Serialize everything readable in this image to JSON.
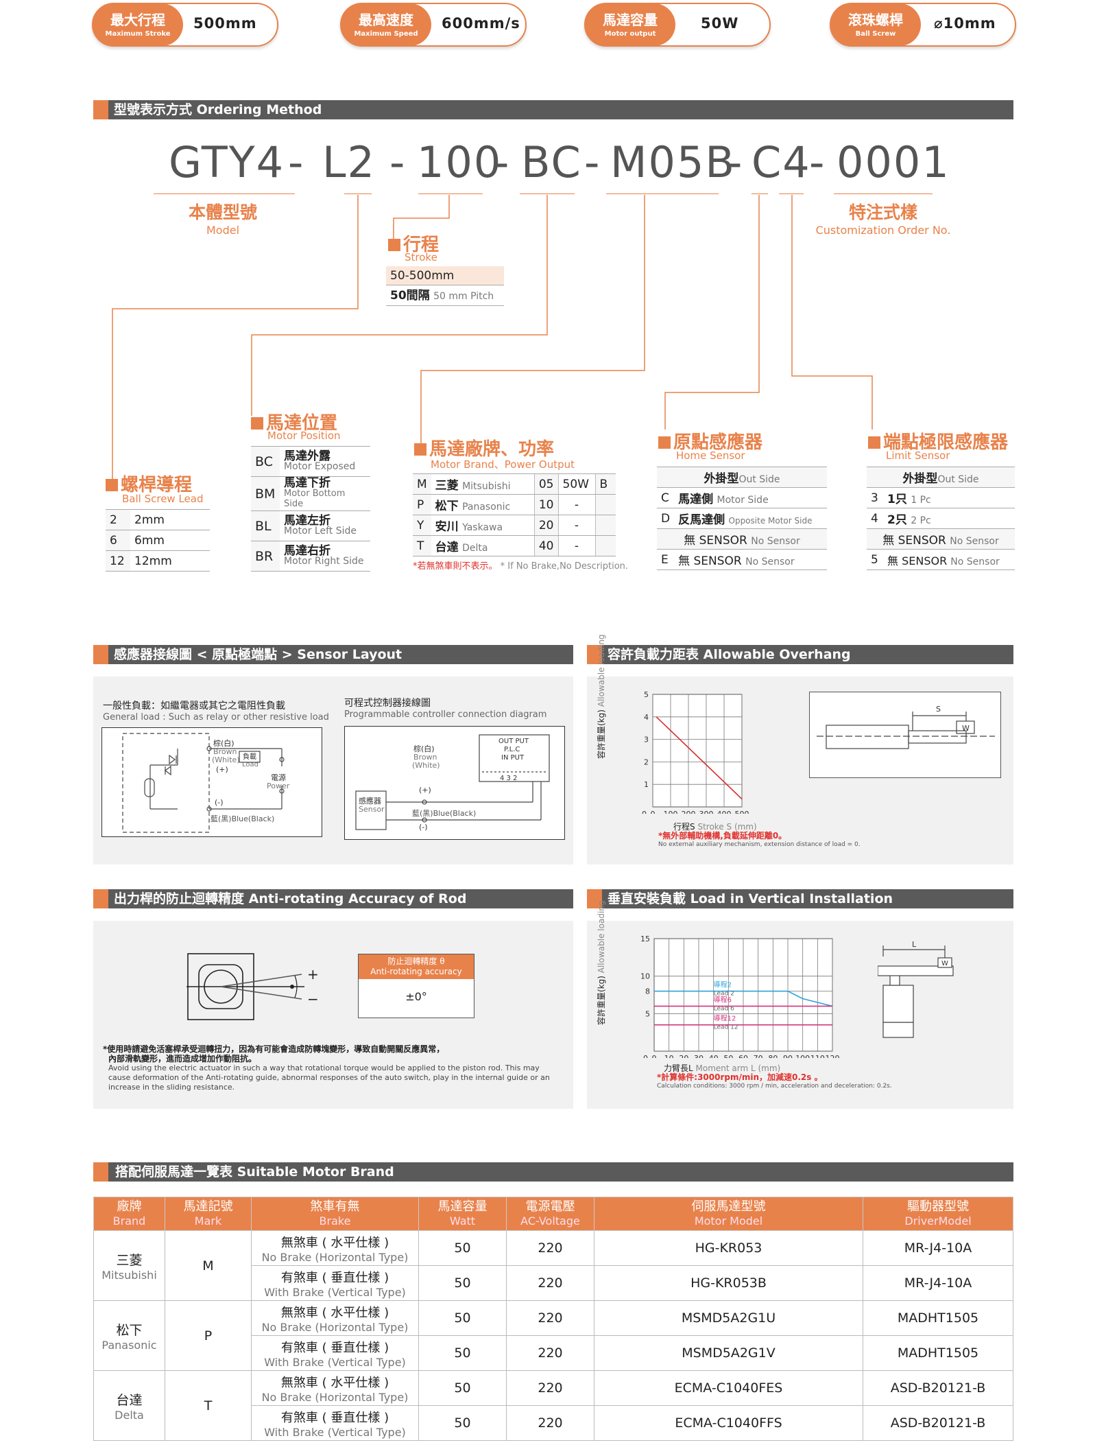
{
  "specs": [
    {
      "zh": "最大行程",
      "en": "Maximum Stroke",
      "value": "500mm"
    },
    {
      "zh": "最高速度",
      "en": "Maximum Speed",
      "value": "600mm/s"
    },
    {
      "zh": "馬達容量",
      "en": "Motor output",
      "value": "50W"
    },
    {
      "zh": "滾珠螺桿",
      "en": "Ball Screw",
      "value": "⌀10mm"
    }
  ],
  "ordering": {
    "title": "型號表示方式 Ordering Method",
    "code": [
      "GTY4",
      "-",
      "L2",
      "-",
      "100",
      "-",
      "BC",
      "-",
      "M05B",
      "-",
      "C4",
      "-",
      "0001"
    ],
    "model_zh": "本體型號",
    "model_en": "Model",
    "custom_zh": "特注式樣",
    "custom_en": "Customization Order No.",
    "stroke": {
      "zh": "行程",
      "en": "Stroke",
      "row1": "50-500mm",
      "row2_zh": "50間隔",
      "row2_en": "50 mm Pitch"
    },
    "lead": {
      "zh": "螺桿導程",
      "en": "Ball Screw Lead",
      "rows": [
        [
          "2",
          "2mm"
        ],
        [
          "6",
          "6mm"
        ],
        [
          "12",
          "12mm"
        ]
      ]
    },
    "position": {
      "zh": "馬達位置",
      "en": "Motor Position",
      "rows": [
        {
          "code": "BC",
          "zh": "馬達外露",
          "en": "Motor Exposed"
        },
        {
          "code": "BM",
          "zh": "馬達下折",
          "en": "Motor Bottom Side"
        },
        {
          "code": "BL",
          "zh": "馬達左折",
          "en": "Motor Left Side"
        },
        {
          "code": "BR",
          "zh": "馬達右折",
          "en": "Motor Right Side"
        }
      ]
    },
    "brand": {
      "zh": "馬達廠牌、功率",
      "en": "Motor Brand、Power Output",
      "rows": [
        {
          "code": "M",
          "zh": "三菱",
          "en": "Mitsubishi",
          "w": "05",
          "p": "50W",
          "b": "B"
        },
        {
          "code": "P",
          "zh": "松下",
          "en": "Panasonic",
          "w": "10",
          "p": "-",
          "b": ""
        },
        {
          "code": "Y",
          "zh": "安川",
          "en": "Yaskawa",
          "w": "20",
          "p": "-",
          "b": ""
        },
        {
          "code": "T",
          "zh": "台達",
          "en": "Delta",
          "w": "40",
          "p": "-",
          "b": ""
        }
      ],
      "note_zh": "*若無煞車則不表示。",
      "note_en": "* If No Brake,No Description."
    },
    "home": {
      "zh": "原點感應器",
      "en": "Home Sensor",
      "head_zh": "外掛型",
      "head_en": "Out Side",
      "rows": [
        {
          "code": "C",
          "zh": "馬達側",
          "en": "Motor Side"
        },
        {
          "code": "D",
          "zh": "反馬達側",
          "en": "Opposite Motor Side"
        },
        {
          "code": "",
          "zh": "無 SENSOR",
          "en": "No Sensor"
        },
        {
          "code": "E",
          "zh": "無 SENSOR",
          "en": "No Sensor"
        }
      ]
    },
    "limit": {
      "zh": "端點極限感應器",
      "en": "Limit Sensor",
      "head_zh": "外掛型",
      "head_en": "Out Side",
      "rows": [
        {
          "code": "3",
          "zh": "1只",
          "en": "1 Pc"
        },
        {
          "code": "4",
          "zh": "2只",
          "en": "2 Pc"
        },
        {
          "code": "",
          "zh": "無 SENSOR",
          "en": "No Sensor"
        },
        {
          "code": "5",
          "zh": "無 SENSOR",
          "en": "No Sensor"
        }
      ]
    }
  },
  "sensor": {
    "title": "感應器接線圖 < 原點極端點 > Sensor Layout",
    "left_zh": "一般性負載：如繼電器或其它之電阻性負載",
    "left_en": "General load : Such as relay or other resistive load",
    "right_zh": "可程式控制器接線圖",
    "right_en": "Programmable controller connection diagram",
    "brown": "棕(白)",
    "brown_en": "Brown",
    "white": "(White)",
    "load_zh": "負載",
    "load_en": "Load",
    "power_zh": "電源",
    "power_en": "Power",
    "blue": "藍(黑)Blue(Black)",
    "plus": "(+)",
    "minus": "(-)",
    "sensor_zh": "感應器",
    "sensor_en": "Sensor",
    "output": "OUT PUT",
    "plc": "P.L.C",
    "input": "IN PUT",
    "pins": "4 3 2"
  },
  "overhang": {
    "title": "容許負載力距表 Allowable Overhang",
    "ylabel_zh": "容許重量(kg)",
    "ylabel_en": "Allowable loading",
    "xlabel_zh": "行程S",
    "xlabel_en": "Stroke S (mm)",
    "note_zh": "*無外部輔助機構,負載延伸距離0。",
    "note_en": "No external auxiliary mechanism, extension distance of load = 0.",
    "s": "S",
    "w": "W"
  },
  "chart_data": [
    {
      "type": "line",
      "title": "",
      "xlabel": "行程S Stroke S (mm)",
      "ylabel": "容許重量(kg) Allowable loading",
      "xlim": [
        0,
        500
      ],
      "ylim": [
        0,
        5
      ],
      "xticks": [
        0,
        100,
        200,
        300,
        400,
        500
      ],
      "yticks": [
        1,
        2,
        3,
        4,
        5
      ],
      "series": [
        {
          "x": [
            20,
            500
          ],
          "y": [
            4,
            0.35
          ]
        }
      ]
    },
    {
      "type": "line",
      "title": "",
      "xlabel": "力臂長L Moment arm L (mm)",
      "ylabel": "容許重量(kg) Allowable loading",
      "xlim": [
        0,
        120
      ],
      "ylim": [
        0,
        15
      ],
      "xticks": [
        0,
        10,
        20,
        30,
        40,
        50,
        60,
        70,
        80,
        90,
        100,
        110,
        120
      ],
      "yticks": [
        5,
        8,
        10,
        15
      ],
      "series": [
        {
          "name": "導程2 Lead 2",
          "x": [
            0,
            90,
            100,
            120
          ],
          "y": [
            8,
            8,
            7,
            6
          ]
        },
        {
          "name": "導程6 Lead 6",
          "x": [
            0,
            120
          ],
          "y": [
            6,
            6
          ]
        },
        {
          "name": "導程12 Lead 12",
          "x": [
            0,
            120
          ],
          "y": [
            3.5,
            3.5
          ]
        }
      ]
    }
  ],
  "antirot": {
    "title": "出力桿的防止迴轉精度 Anti-rotating Accuracy of Rod",
    "box_zh": "防止迴轉精度 θ",
    "box_en": "Anti-rotating accuracy",
    "value": "±0°",
    "plus": "+",
    "minus": "−",
    "note_zh1": "*使用時請避免活塞桿承受迴轉扭力，因為有可能會造成防轉塊變形，導致自動開關反應異常，",
    "note_zh2": "內部滑軌變形，進而造成增加作動阻抗。",
    "note_en": "Avoid using the electric actuator in such a way that rotational torque would be applied to the piston rod. This may cause deformation of the Anti-rotating guide, abnormal responses of the auto switch, play in the internal guide or an increase in the sliding resistance."
  },
  "vertical": {
    "title": "垂直安裝負載 Load in Vertical Installation",
    "xlabel_zh": "力臂長L",
    "xlabel_en": "Moment arm L (mm)",
    "note_zh": "*計算條件:3000rpm/min，加減速0.2s 。",
    "note_en": "Calculation conditions: 3000 rpm / min, acceleration and deceleration: 0.2s.",
    "lead2_zh": "導程2",
    "lead2_en": "Lead 2",
    "lead6_zh": "導程6",
    "lead6_en": "Lead 6",
    "lead12_zh": "導程12",
    "lead12_en": "Lead 12",
    "l": "L",
    "w": "W",
    "colors": {
      "lead2": "#2aa3d8",
      "lead6": "#d6317e",
      "lead12": "#d6317e",
      "red": "#d62d2d"
    }
  },
  "motors": {
    "title": "搭配伺服馬達一覽表 Suitable Motor Brand",
    "headers": [
      [
        "廠牌",
        "Brand"
      ],
      [
        "馬達記號",
        "Mark"
      ],
      [
        "煞車有無",
        "Brake"
      ],
      [
        "馬達容量",
        "Watt"
      ],
      [
        "電源電壓",
        "AC-Voltage"
      ],
      [
        "伺服馬達型號",
        "Motor Model"
      ],
      [
        "驅動器型號",
        "DriverModel"
      ]
    ],
    "groups": [
      {
        "zh": "三菱",
        "en": "Mitsubishi",
        "mark": "M",
        "rows": [
          {
            "bz": "無煞車 ( 水平仕樣 )",
            "be": "No Brake (Horizontal Type)",
            "w": "50",
            "v": "220",
            "m": "HG-KR053",
            "d": "MR-J4-10A"
          },
          {
            "bz": "有煞車 ( 垂直仕樣 )",
            "be": "With Brake (Vertical Type)",
            "w": "50",
            "v": "220",
            "m": "HG-KR053B",
            "d": "MR-J4-10A"
          }
        ]
      },
      {
        "zh": "松下",
        "en": "Panasonic",
        "mark": "P",
        "rows": [
          {
            "bz": "無煞車 ( 水平仕樣 )",
            "be": "No Brake (Horizontal Type)",
            "w": "50",
            "v": "220",
            "m": "MSMD5A2G1U",
            "d": "MADHT1505"
          },
          {
            "bz": "有煞車 ( 垂直仕樣 )",
            "be": "With Brake (Vertical Type)",
            "w": "50",
            "v": "220",
            "m": "MSMD5A2G1V",
            "d": "MADHT1505"
          }
        ]
      },
      {
        "zh": "台達",
        "en": "Delta",
        "mark": "T",
        "rows": [
          {
            "bz": "無煞車 ( 水平仕樣 )",
            "be": "No Brake (Horizontal Type)",
            "w": "50",
            "v": "220",
            "m": "ECMA-C1040FES",
            "d": "ASD-B20121-B"
          },
          {
            "bz": "有煞車 ( 垂直仕樣 )",
            "be": "With Brake (Vertical Type)",
            "w": "50",
            "v": "220",
            "m": "ECMA-C1040FFS",
            "d": "ASD-B20121-B"
          }
        ]
      }
    ]
  },
  "colors": {
    "accent": "#e8824b",
    "bar": "#5a5a5a",
    "panel": "#f1f1f1",
    "red": "#e0312d"
  }
}
